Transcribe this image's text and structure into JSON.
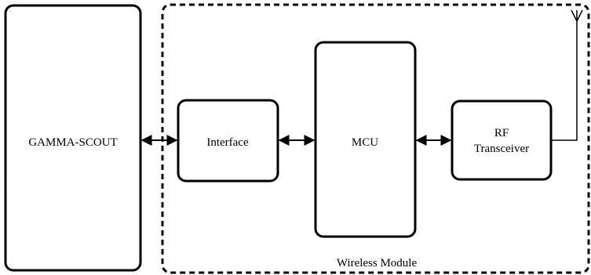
{
  "diagram": {
    "blocks": {
      "gamma_scout": "GAMMA-SCOUT",
      "interface": "Interface",
      "mcu": "MCU",
      "rf_line1": "RF",
      "rf_line2": "Transceiver"
    },
    "module_label": "Wireless Module"
  }
}
